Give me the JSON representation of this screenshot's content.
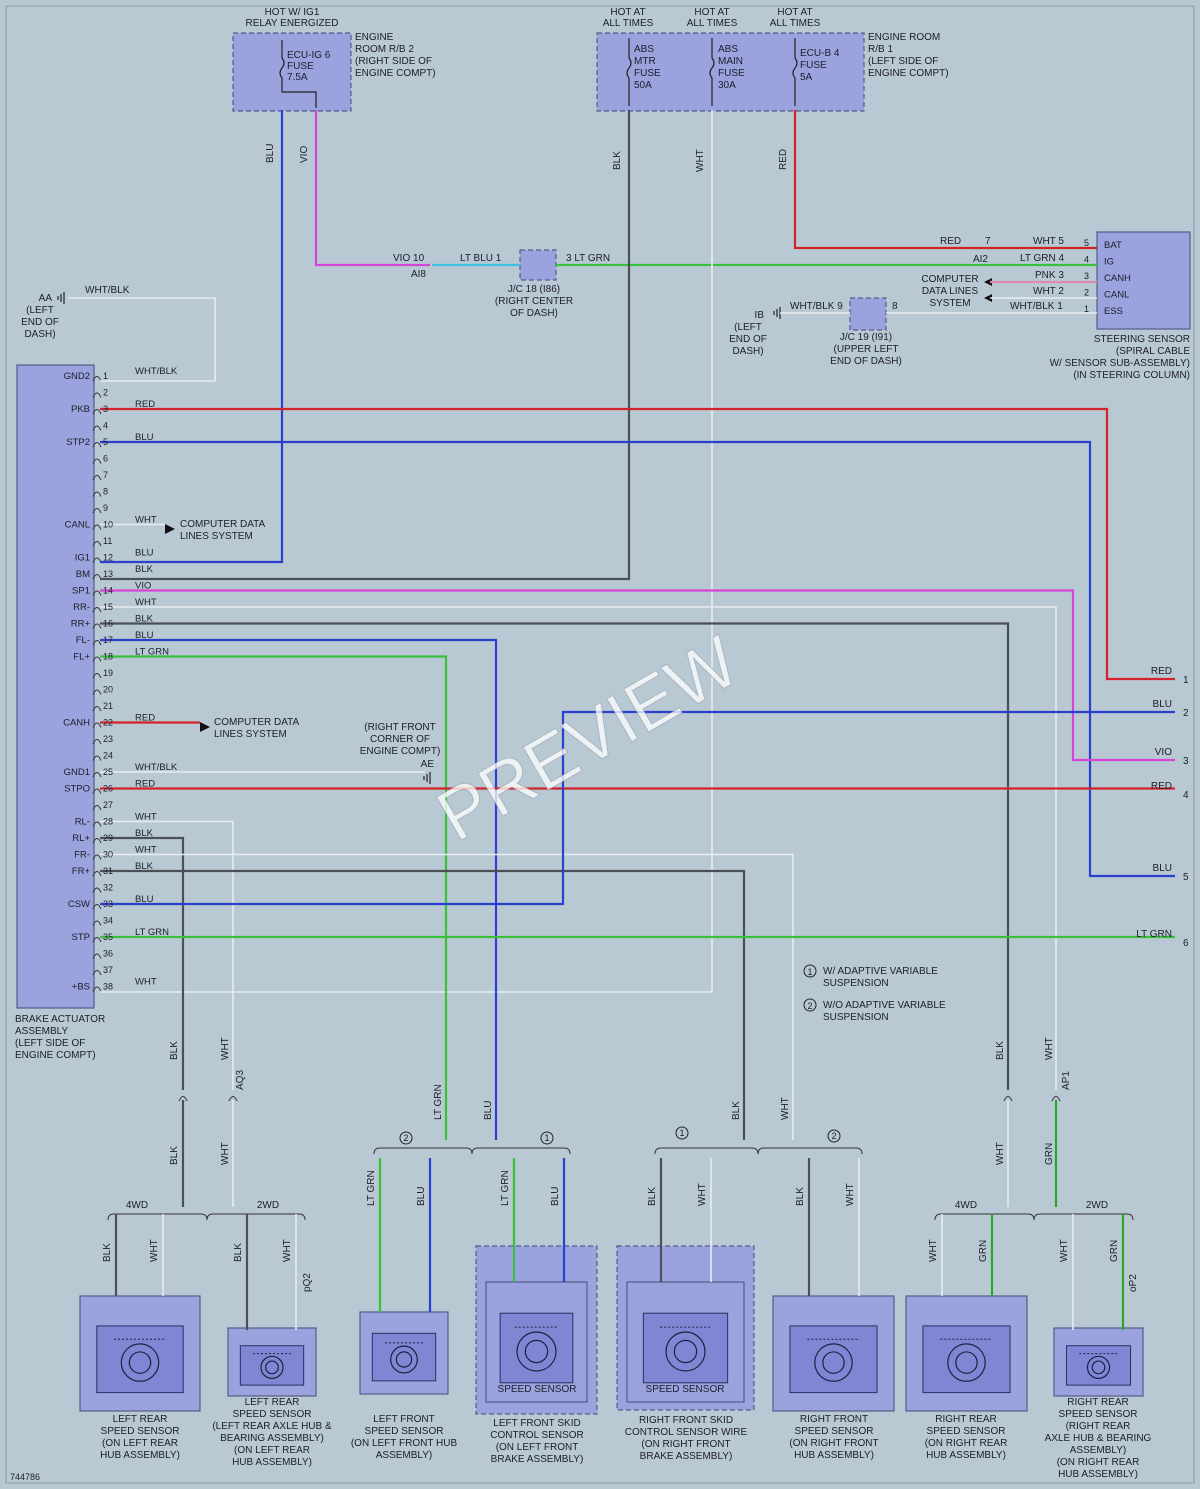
{
  "watermark": "PREVIEW",
  "figure_id": "744786",
  "colors": {
    "background": "#b9c9d4",
    "box_fill": "#9aa3dd",
    "box_stroke": "#555c8a",
    "red": "#d2232a",
    "blue": "#2b3fd0",
    "violet": "#d445d8",
    "black": "#4b4f56",
    "white": "#e8ecef",
    "lt_green": "#39c13c",
    "lt_blue": "#3fc0e6",
    "green": "#2aa52a",
    "pink": "#e08ab0"
  },
  "top": {
    "hot_ig1": "HOT W/ IG1\nRELAY ENERGIZED",
    "ecu_ig6": "ECU-IG 6\nFUSE\n7.5A",
    "rb2_label": "ENGINE\nROOM R/B 2\n(RIGHT SIDE OF\nENGINE COMPT)",
    "hot_all_1": "HOT AT\nALL TIMES",
    "hot_all_2": "HOT AT\nALL TIMES",
    "hot_all_3": "HOT AT\nALL TIMES",
    "abs_mtr": "ABS\nMTR\nFUSE\n50A",
    "abs_main": "ABS\nMAIN\nFUSE\n30A",
    "ecu_b4": "ECU-B 4\nFUSE\n5A",
    "rb1_label": "ENGINE ROOM\nR/B 1\n(LEFT SIDE OF\nENGINE COMPT)"
  },
  "wire_colors": {
    "blu": "BLU",
    "vio": "VIO",
    "blk": "BLK",
    "wht": "WHT",
    "red": "RED",
    "lt_blu": "LT BLU",
    "lt_grn": "LT GRN",
    "pnk": "PNK",
    "wht_blk": "WHT/BLK",
    "grn": "GRN"
  },
  "junctions": {
    "jc18": "J/C 18 (I86)\n(RIGHT CENTER\nOF DASH)",
    "jc19": "J/C 19 (I91)\n(UPPER LEFT\nEND OF DASH)",
    "aa": "AA",
    "aa_desc": "(LEFT\nEND OF\nDASH)",
    "ib": "IB",
    "ib_desc": "(LEFT\nEND OF\nDASH)",
    "ae": "AE",
    "ae_desc": "(RIGHT FRONT\nCORNER OF\nENGINE COMPT)",
    "ai8": "AI8",
    "ai2": "AI2",
    "aq3": "AQ3",
    "ap1": "AP1",
    "pq2": "pQ2",
    "op2": "oP2"
  },
  "steering_sensor": {
    "pins": [
      "BAT",
      "IG",
      "CANH",
      "CANL",
      "ESS"
    ],
    "label": "STEERING SENSOR\n(SPIRAL CABLE\nW/ SENSOR SUB-ASSEMBLY)\n(IN STEERING COLUMN)",
    "computer": "COMPUTER\nDATA LINES\nSYSTEM"
  },
  "brake_actuator": {
    "label": "BRAKE ACTUATOR\nASSEMBLY\n(LEFT SIDE OF\nENGINE COMPT)",
    "pins": [
      {
        "n": "1",
        "name": "GND2",
        "wire": "WHT/BLK"
      },
      {
        "n": "2",
        "name": "",
        "wire": ""
      },
      {
        "n": "3",
        "name": "PKB",
        "wire": "RED"
      },
      {
        "n": "4",
        "name": "",
        "wire": ""
      },
      {
        "n": "5",
        "name": "STP2",
        "wire": "BLU"
      },
      {
        "n": "6",
        "name": "",
        "wire": ""
      },
      {
        "n": "7",
        "name": "",
        "wire": ""
      },
      {
        "n": "8",
        "name": "",
        "wire": ""
      },
      {
        "n": "9",
        "name": "",
        "wire": ""
      },
      {
        "n": "10",
        "name": "CANL",
        "wire": "WHT"
      },
      {
        "n": "11",
        "name": "",
        "wire": ""
      },
      {
        "n": "12",
        "name": "IG1",
        "wire": "BLU"
      },
      {
        "n": "13",
        "name": "BM",
        "wire": "BLK"
      },
      {
        "n": "14",
        "name": "SP1",
        "wire": "VIO"
      },
      {
        "n": "15",
        "name": "RR-",
        "wire": "WHT"
      },
      {
        "n": "16",
        "name": "RR+",
        "wire": "BLK"
      },
      {
        "n": "17",
        "name": "FL-",
        "wire": "BLU"
      },
      {
        "n": "18",
        "name": "FL+",
        "wire": "LT GRN"
      },
      {
        "n": "19",
        "name": "",
        "wire": ""
      },
      {
        "n": "20",
        "name": "",
        "wire": ""
      },
      {
        "n": "21",
        "name": "",
        "wire": ""
      },
      {
        "n": "22",
        "name": "CANH",
        "wire": "RED"
      },
      {
        "n": "23",
        "name": "",
        "wire": ""
      },
      {
        "n": "24",
        "name": "",
        "wire": ""
      },
      {
        "n": "25",
        "name": "GND1",
        "wire": "WHT/BLK"
      },
      {
        "n": "26",
        "name": "STPO",
        "wire": "RED"
      },
      {
        "n": "27",
        "name": "",
        "wire": ""
      },
      {
        "n": "28",
        "name": "RL-",
        "wire": "WHT"
      },
      {
        "n": "29",
        "name": "RL+",
        "wire": "BLK"
      },
      {
        "n": "30",
        "name": "FR-",
        "wire": "WHT"
      },
      {
        "n": "31",
        "name": "FR+",
        "wire": "BLK"
      },
      {
        "n": "32",
        "name": "",
        "wire": ""
      },
      {
        "n": "33",
        "name": "CSW",
        "wire": "BLU"
      },
      {
        "n": "34",
        "name": "",
        "wire": ""
      },
      {
        "n": "35",
        "name": "STP",
        "wire": "LT GRN"
      },
      {
        "n": "36",
        "name": "",
        "wire": ""
      },
      {
        "n": "37",
        "name": "",
        "wire": ""
      },
      {
        "n": "38",
        "name": "+BS",
        "wire": "WHT"
      }
    ],
    "computer_data": "COMPUTER DATA\nLINES SYSTEM"
  },
  "right_outputs": [
    {
      "n": "1",
      "wire": "RED"
    },
    {
      "n": "2",
      "wire": "BLU"
    },
    {
      "n": "3",
      "wire": "VIO"
    },
    {
      "n": "4",
      "wire": "RED"
    },
    {
      "n": "5",
      "wire": "BLU"
    },
    {
      "n": "6",
      "wire": "LT GRN"
    }
  ],
  "legend": {
    "one": "W/ ADAPTIVE VARIABLE\nSUSPENSION",
    "two": "W/O ADAPTIVE VARIABLE\nSUSPENSION",
    "mark1": "1",
    "mark2": "2"
  },
  "branch": {
    "wd4": "4WD",
    "wd2": "2WD"
  },
  "sensors": {
    "speed_sensor": "SPEED SENSOR",
    "lr": "LEFT REAR\nSPEED SENSOR\n(ON LEFT REAR\nHUB ASSEMBLY)",
    "lr2": "LEFT REAR\nSPEED SENSOR\n(LEFT REAR AXLE HUB &\nBEARING ASSEMBLY)\n(ON LEFT REAR\nHUB ASSEMBLY)",
    "lf": "LEFT FRONT\nSPEED SENSOR\n(ON LEFT FRONT HUB\nASSEMBLY)",
    "lf_skid": "LEFT FRONT SKID\nCONTROL SENSOR\n(ON LEFT FRONT\nBRAKE ASSEMBLY)",
    "rf_skid": "RIGHT FRONT SKID\nCONTROL SENSOR WIRE\n(ON RIGHT FRONT\nBRAKE ASSEMBLY)",
    "rf": "RIGHT FRONT\nSPEED SENSOR\n(ON RIGHT FRONT\nHUB ASSEMBLY)",
    "rr": "RIGHT REAR\nSPEED SENSOR\n(ON RIGHT REAR\nHUB ASSEMBLY)",
    "rr2": "RIGHT REAR\nSPEED SENSOR\n(RIGHT REAR\nAXLE HUB & BEARING\nASSEMBLY)\n(ON RIGHT REAR\nHUB ASSEMBLY)"
  }
}
